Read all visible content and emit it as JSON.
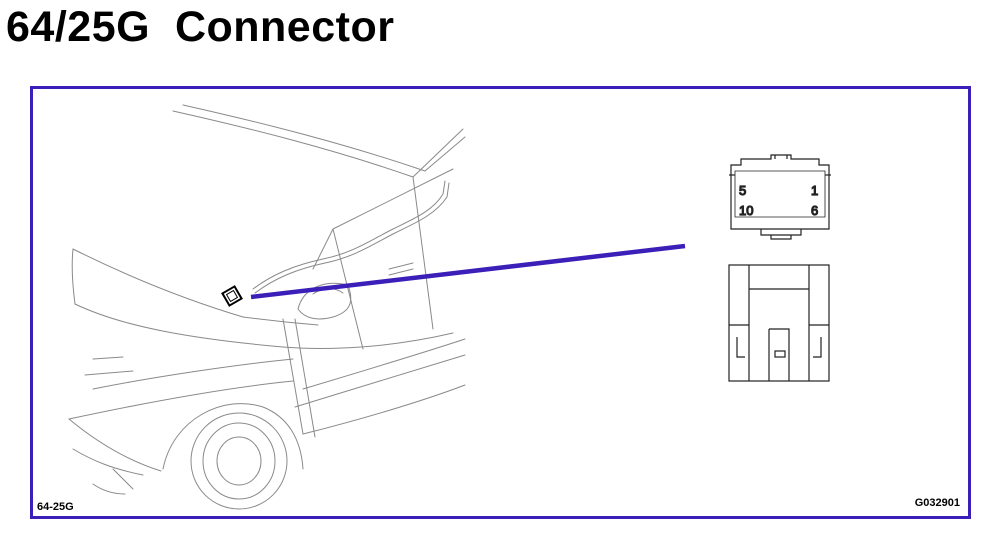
{
  "header": {
    "title": "64/25G  Connector"
  },
  "diagram": {
    "location_code": "64-25G",
    "figure_id": "G032901",
    "leader_color": "#3b1fb8",
    "frame_color": "#3b1fb8",
    "connector_pins": {
      "top_left": "5",
      "top_right": "1",
      "bottom_left": "10",
      "bottom_right": "6"
    }
  }
}
